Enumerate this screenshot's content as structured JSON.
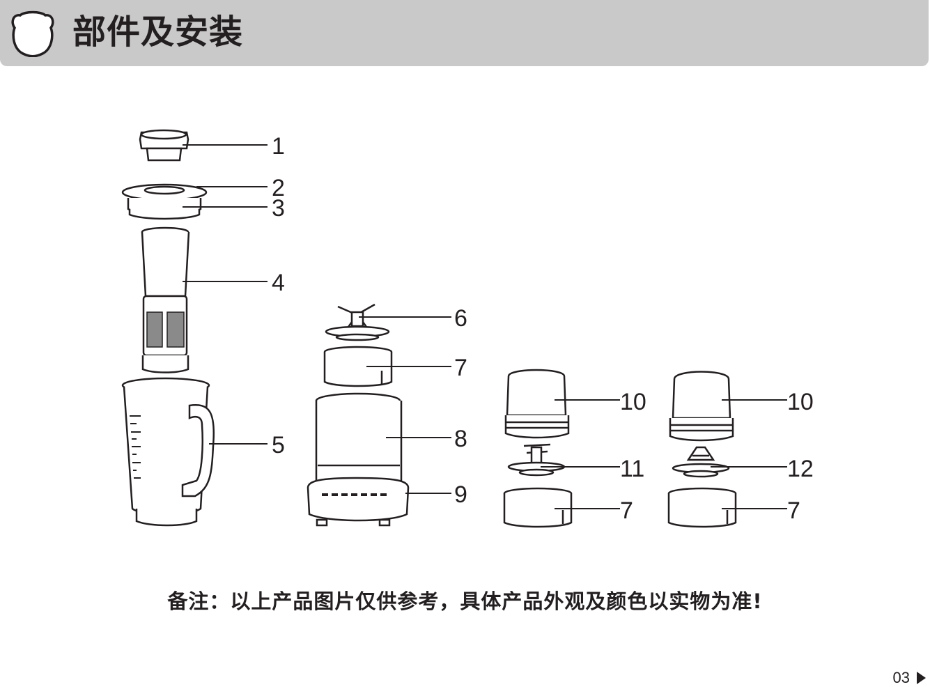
{
  "header": {
    "title": "部件及安装"
  },
  "diagram": {
    "part_numbers": [
      "1",
      "2",
      "3",
      "4",
      "5",
      "6",
      "7",
      "8",
      "9",
      "10",
      "10",
      "11",
      "12",
      "7",
      "7"
    ]
  },
  "note": "备注：以上产品图片仅供参考，具体产品外观及颜色以实物为准!",
  "footer": {
    "page": "03"
  },
  "colors": {
    "header_bg": "#c9c9ca",
    "ink": "#231f20"
  },
  "icons": [
    "bear-icon",
    "next-arrow-icon"
  ]
}
